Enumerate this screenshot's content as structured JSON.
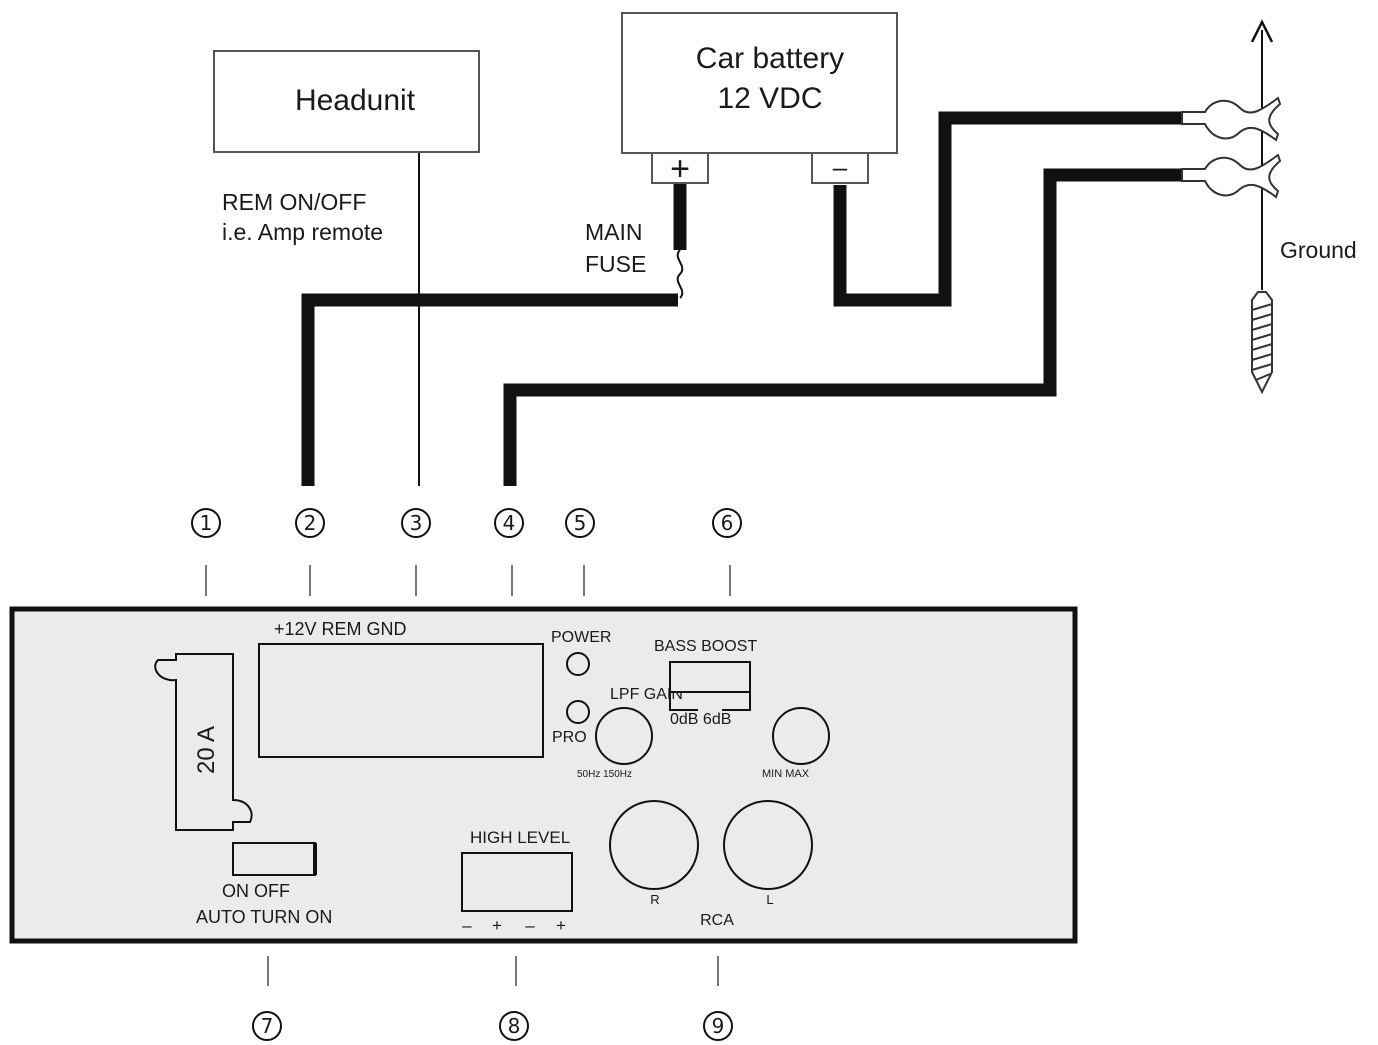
{
  "headunit": {
    "label": "Headunit",
    "remote_line1": "REM ON/OFF",
    "remote_line2": "i.e. Amp remote"
  },
  "battery": {
    "line1": "Car battery",
    "line2": "12 VDC",
    "positive": "+",
    "negative": "–"
  },
  "fuse": {
    "line1": "MAIN",
    "line2": "FUSE"
  },
  "ground": {
    "label": "Ground"
  },
  "amp_panel": {
    "fuse_rating": "20 A",
    "power_terminal": "+12V REM GND",
    "power_led": "POWER",
    "pro_led": "PRO",
    "lpf_gain": "LPF GAIN",
    "lpf_range": "50Hz 150Hz",
    "bass_boost": "BASS BOOST",
    "bass_boost_options": "0dB 6dB",
    "gain_range": "MIN MAX",
    "auto_switch": "ON OFF",
    "auto_turn_on": "AUTO TURN ON",
    "high_level": "HIGH LEVEL",
    "high_level_pins": [
      "–",
      "+",
      "–",
      "+"
    ],
    "rca": "RCA",
    "rca_right": "R",
    "rca_left": "L"
  },
  "callouts": [
    "1",
    "2",
    "3",
    "4",
    "5",
    "6",
    "7",
    "8",
    "9"
  ]
}
